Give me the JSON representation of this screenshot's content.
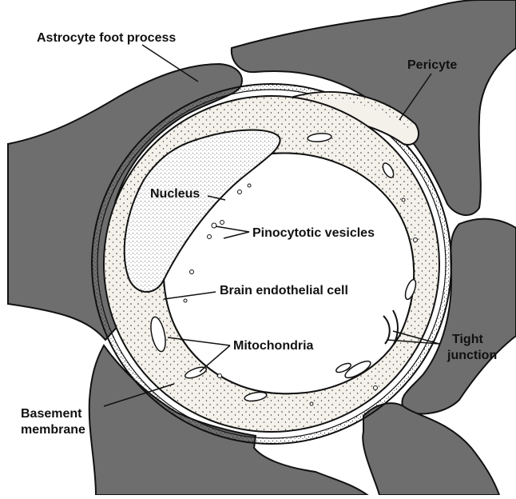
{
  "labels": {
    "astrocyte": "Astrocyte foot process",
    "pericyte": "Pericyte",
    "nucleus": "Nucleus",
    "pinocytotic": "Pinocytotic vesicles",
    "endothelial": "Brain endothelial cell",
    "mitochondria": "Mitochondria",
    "tight_line1": "Tight",
    "tight_line2": "junction",
    "basement_line1": "Basement",
    "basement_line2": "membrane"
  },
  "colors": {
    "astrocyte_fill": "#6e6e6e",
    "background": "#ffffff",
    "cell_fill": "#f3f1ea",
    "outline": "#111111"
  }
}
